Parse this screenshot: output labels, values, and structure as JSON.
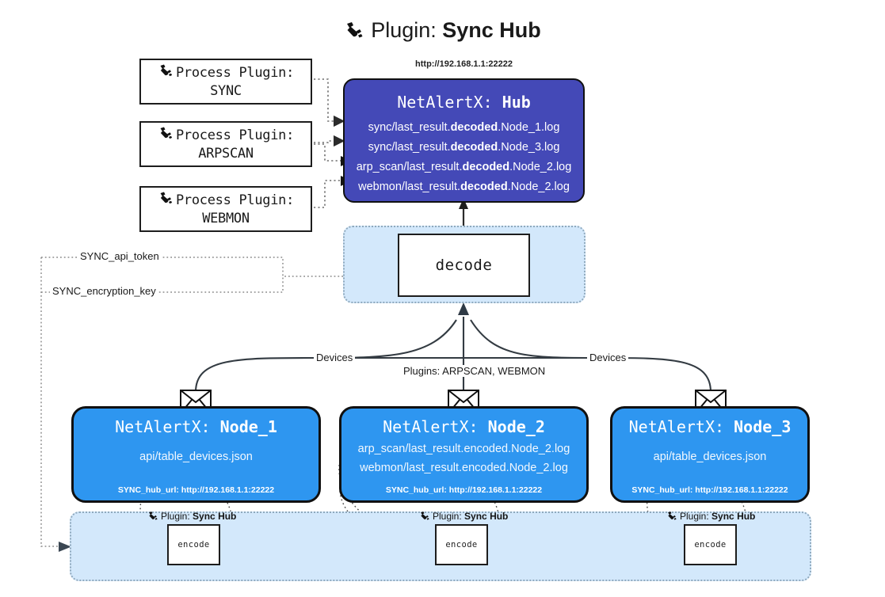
{
  "title": {
    "icon": "plug-icon",
    "label": "Plugin:",
    "name": "Sync Hub"
  },
  "process_plugins": [
    {
      "icon": "plug-icon",
      "label": "Process Plugin:",
      "name": "SYNC"
    },
    {
      "icon": "plug-icon",
      "label": "Process Plugin:",
      "name": "ARPSCAN"
    },
    {
      "icon": "plug-icon",
      "label": "Process Plugin:",
      "name": "WEBMON"
    }
  ],
  "hub": {
    "url": "http://192.168.1.1:22222",
    "prefix": "NetAlertX:",
    "name": "Hub",
    "color": "#4449b7",
    "logs": [
      {
        "pre": "sync/last_result.",
        "mid": "decoded",
        "post": ".Node_1.log"
      },
      {
        "pre": "sync/last_result.",
        "mid": "decoded",
        "post": ".Node_3.log"
      },
      {
        "pre": "arp_scan/last_result.",
        "mid": "decoded",
        "post": ".Node_2.log"
      },
      {
        "pre": "webmon/last_result.",
        "mid": "decoded",
        "post": ".Node_2.log"
      }
    ]
  },
  "decode": {
    "label": "decode",
    "container_color": "#d3e8fb"
  },
  "secrets": [
    {
      "label": "SYNC_api_token"
    },
    {
      "label": "SYNC_encryption_key"
    }
  ],
  "edge_labels": {
    "devices_left": "Devices",
    "devices_right": "Devices",
    "plugins_center": "Plugins: ARPSCAN, WEBMON"
  },
  "nodes": [
    {
      "prefix": "NetAlertX:",
      "name": "Node_1",
      "color": "#2e96f0",
      "lines": [
        "api/table_devices.json"
      ],
      "footer": "SYNC_hub_url: http://192.168.1.1:22222"
    },
    {
      "prefix": "NetAlertX:",
      "name": "Node_2",
      "color": "#2e96f0",
      "lines": [
        "arp_scan/last_result.encoded.Node_2.log",
        "webmon/last_result.encoded.Node_2.log"
      ],
      "footer": "SYNC_hub_url: http://192.168.1.1:22222"
    },
    {
      "prefix": "NetAlertX:",
      "name": "Node_3",
      "color": "#2e96f0",
      "lines": [
        "api/table_devices.json"
      ],
      "footer": "SYNC_hub_url: http://192.168.1.1:22222"
    }
  ],
  "encoders": [
    {
      "plugin_label": "Plugin:",
      "plugin_name": "Sync Hub",
      "box_label": "encode"
    },
    {
      "plugin_label": "Plugin:",
      "plugin_name": "Sync Hub",
      "box_label": "encode"
    },
    {
      "plugin_label": "Plugin:",
      "plugin_name": "Sync Hub",
      "box_label": "encode"
    }
  ]
}
